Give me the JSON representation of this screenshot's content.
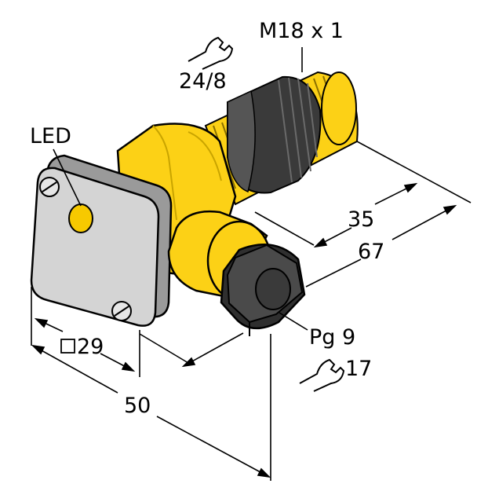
{
  "labels": {
    "thread": "M18 x 1",
    "wrench_top": "24/8",
    "led": "LED",
    "square_29": "29",
    "dim_35": "35",
    "dim_67": "67",
    "dim_50": "50",
    "gland": "Pg 9",
    "wrench_bottom": "17"
  },
  "colors": {
    "housing": "#fcd116",
    "housing_dark": "#c9a400",
    "cover": "#d4d4d4",
    "cover_edge": "#8a8a8a",
    "nut": "#3a3a3a",
    "led": "#f7c900",
    "line": "#000000"
  }
}
